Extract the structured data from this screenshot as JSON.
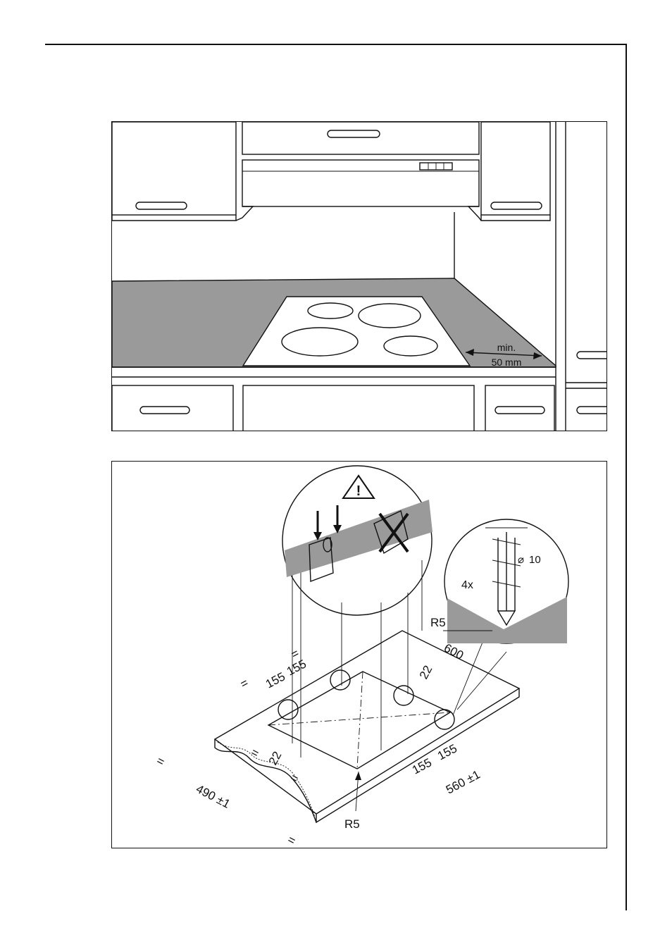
{
  "kitchen": {
    "clearance_label_line1": "min.",
    "clearance_label_line2": "50 mm"
  },
  "cutout": {
    "screw_count": "4x",
    "screw_diameter": "10",
    "radius_label": "R5",
    "dim_600": "600",
    "dim_22": "22",
    "dim_155": "155",
    "equal_mark": "=",
    "dim_490": "490 ±1",
    "dim_560": "560 ±1",
    "warning_symbol": "!"
  },
  "colors": {
    "countertop": "#9a9a9a",
    "line": "#111111"
  }
}
